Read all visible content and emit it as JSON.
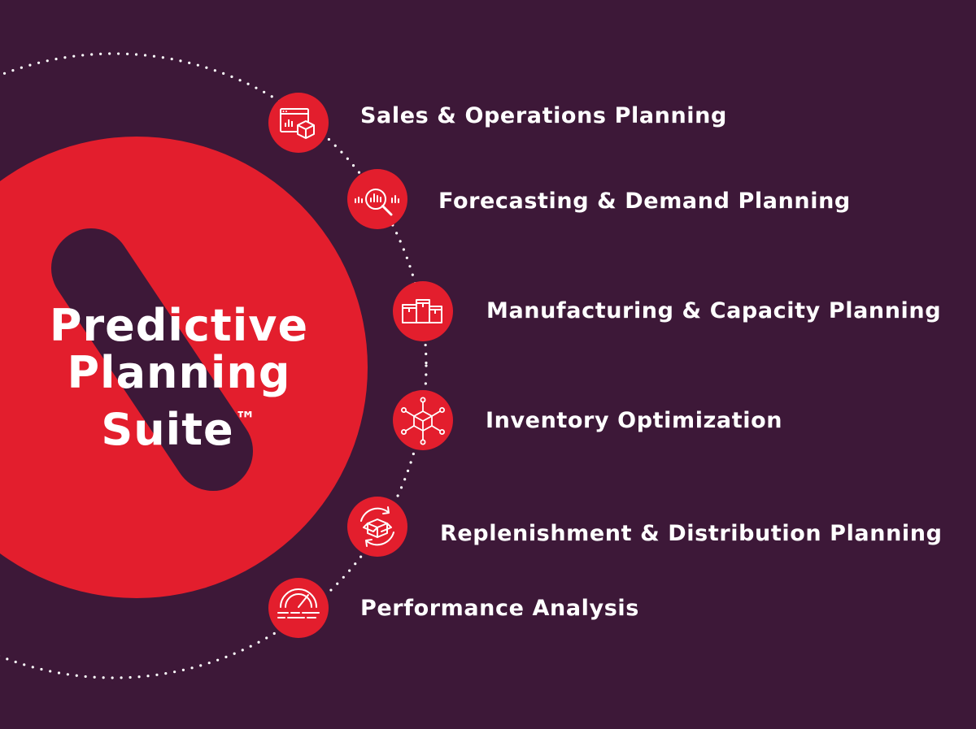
{
  "colors": {
    "background": "#3d1838",
    "accent_red": "#e31e2d",
    "text": "#ffffff",
    "dots": "#ffffff"
  },
  "hub": {
    "title_line1": "Predictive",
    "title_line2": "Planning",
    "title_line3": "Suite",
    "trademark": "™"
  },
  "nodes": [
    {
      "icon": "sales-dashboard-box-icon",
      "label": "Sales & Operations Planning"
    },
    {
      "icon": "magnifier-chart-icon",
      "label": "Forecasting & Demand Planning"
    },
    {
      "icon": "boxes-icon",
      "label": "Manufacturing & Capacity Planning"
    },
    {
      "icon": "network-cube-icon",
      "label": "Inventory Optimization"
    },
    {
      "icon": "box-cycle-icon",
      "label": "Replenishment & Distribution Planning"
    },
    {
      "icon": "gauge-icon",
      "label": "Performance Analysis"
    }
  ]
}
